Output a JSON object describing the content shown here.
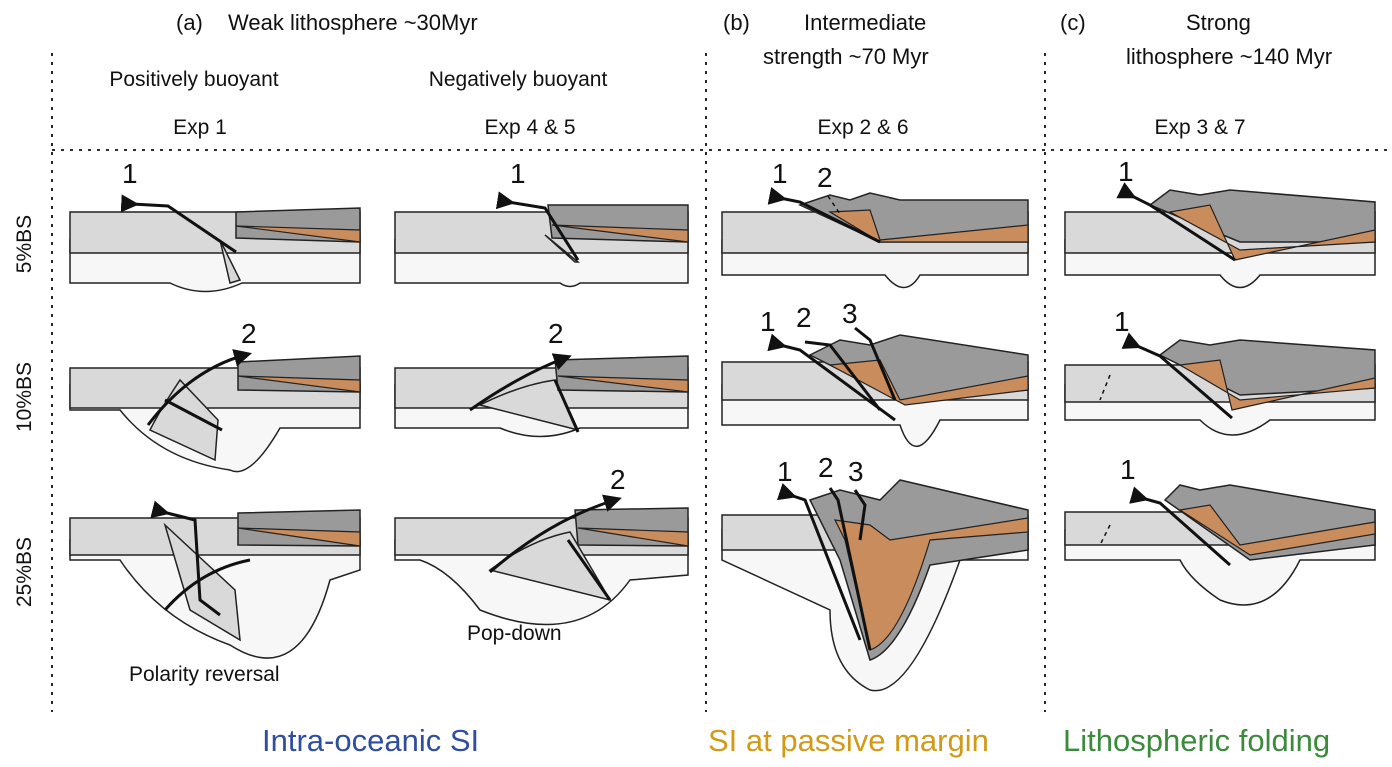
{
  "panels": {
    "a": {
      "letter": "(a)",
      "title": "Weak lithosphere ~30Myr"
    },
    "b": {
      "letter": "(b)",
      "title_line1": "Intermediate",
      "title_line2": "strength ~70 Myr"
    },
    "c": {
      "letter": "(c)",
      "title_line1": "Strong",
      "title_line2": "lithosphere ~140 Myr"
    }
  },
  "subheaders": {
    "pos": "Positively buoyant",
    "neg": "Negatively buoyant"
  },
  "experiments": {
    "exp1": "Exp 1",
    "exp45": "Exp 4 & 5",
    "exp26": "Exp 2 & 6",
    "exp37": "Exp 3 & 7"
  },
  "rows": {
    "r1": "5%BS",
    "r2": "10%BS",
    "r3": "25%BS"
  },
  "fault_numbers": {
    "one": "1",
    "two": "2",
    "three": "3"
  },
  "captions": {
    "polarity": "Polarity reversal",
    "popdown": "Pop-down"
  },
  "footer": {
    "intra": "Intra-oceanic SI",
    "passive": "SI at passive margin",
    "folding": "Lithospheric folding"
  },
  "colors": {
    "intra": "#2f4ea0",
    "passive": "#d29a16",
    "folding": "#3c8a3c",
    "crust": "#c98c5c",
    "overriding": "#9a9a9a",
    "lithosphere": "#d9d9d9"
  }
}
